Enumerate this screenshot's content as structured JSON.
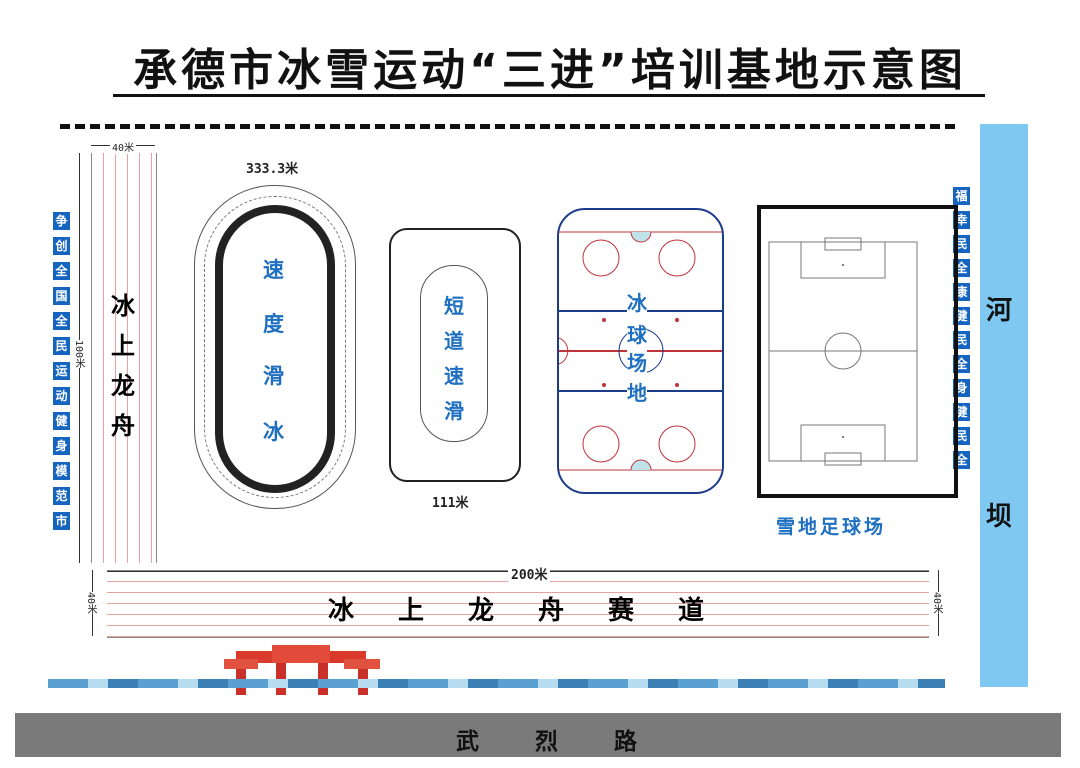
{
  "title": "承德市冰雪运动“三进”培训基地示意图",
  "river": [
    "河",
    "坝"
  ],
  "left_slogan": [
    "争",
    "创",
    "全",
    "国",
    "全",
    "民",
    "运",
    "动",
    "健",
    "身",
    "模",
    "范",
    "市"
  ],
  "right_slogan": [
    "福",
    "幸",
    "民",
    "全",
    "康",
    "健",
    "民",
    "全",
    "身",
    "健",
    "民",
    "全"
  ],
  "boat_vertical": {
    "label": [
      "冰",
      "上",
      "龙",
      "舟"
    ],
    "width_dim": "40米",
    "length_dim": "100米"
  },
  "boat_horizontal": {
    "label": "冰上龙舟赛道",
    "length_dim": "200米",
    "width_dim": "40米"
  },
  "speed_skating": {
    "label": [
      "速",
      "度",
      "滑",
      "冰"
    ],
    "dim": "333.3米"
  },
  "short_track": {
    "label": [
      "短",
      "道",
      "速",
      "滑"
    ],
    "dim": "111米"
  },
  "hockey": {
    "label": [
      "冰",
      "球",
      "场",
      "地"
    ]
  },
  "soccer": {
    "label": "雪地足球场"
  },
  "road": {
    "label": "武烈路"
  }
}
